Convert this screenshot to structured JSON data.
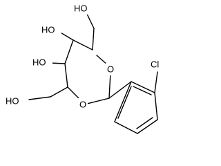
{
  "molecule": {
    "labels": {
      "oh_top": "HO",
      "oh_left_upper": "HO",
      "oh_left_lower": "HO",
      "oh_bottom": "HO",
      "o_ring_upper": "O",
      "o_ring_lower": "O",
      "cl": "Cl"
    }
  }
}
